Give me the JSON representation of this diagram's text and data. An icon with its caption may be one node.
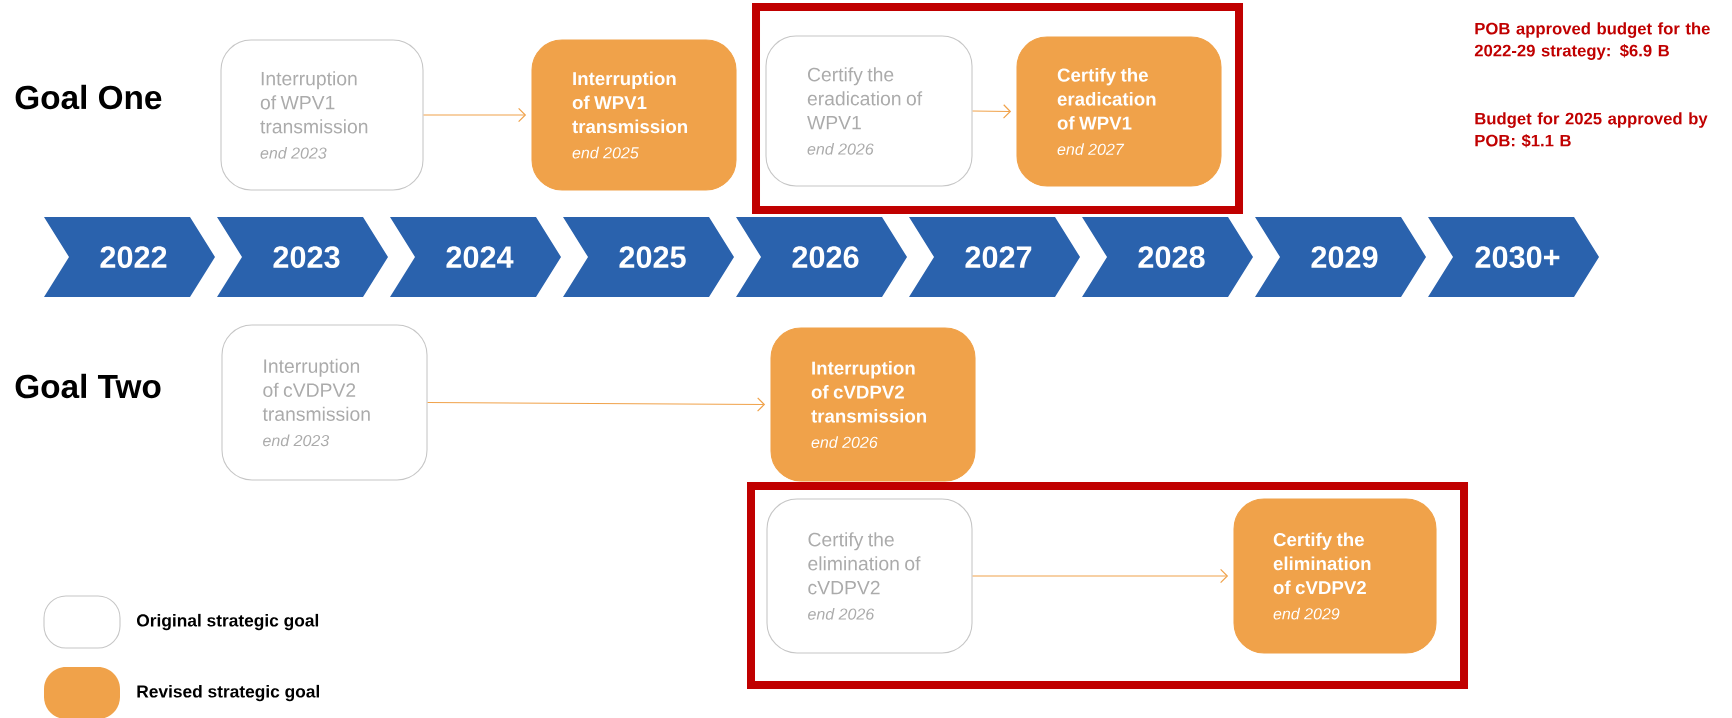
{
  "diagram": {
    "nodes": [
      {
        "text": [
          "Interruption of WPV1 transmission",
          "end 2023"
        ]
      },
      {
        "text": [
          "Interruption of WPV1 transmission",
          "end 2025"
        ]
      },
      {
        "text": [],
        "shape": "box"
      },
      {
        "text": [
          "Certify the eradication of WPV1",
          "end 2026"
        ],
        "in": 2
      },
      {
        "text": [
          "Certify the eradication of WPV1",
          "end 2027"
        ],
        "in": 2
      },
      {
        "text": [
          "2022"
        ]
      },
      {
        "text": [
          "2023"
        ]
      },
      {
        "text": [
          "2024"
        ]
      },
      {
        "text": [
          "2025"
        ]
      },
      {
        "text": [
          "2026"
        ]
      },
      {
        "text": [
          "2027"
        ]
      },
      {
        "text": [
          "2028"
        ]
      },
      {
        "text": [
          "2029"
        ]
      },
      {
        "text": [
          "2030+"
        ]
      },
      {
        "text": [
          "Interruption of cVDPV2 transmission",
          "end 2023"
        ]
      },
      {
        "text": [
          "Interruption of cVDPV2 transmission",
          "end 2026"
        ]
      },
      {
        "text": [],
        "shape": "box"
      },
      {
        "text": [
          "Certify the elimination of cVDPV2",
          "end 2026"
        ],
        "in": 16
      },
      {
        "text": [
          "Certify the elimination of cVDPV2",
          "end 2029"
        ],
        "in": 16
      }
    ],
    "edges": [
      {
        "from": 0,
        "to": 1,
        "arrow": "to"
      },
      {
        "from": 3,
        "to": 4,
        "arrow": "to"
      },
      {
        "from": 14,
        "to": 15,
        "arrow": "to"
      },
      {
        "from": 17,
        "to": 18,
        "arrow": "to"
      }
    ],
    "labels": [
      "POB approved budget for the 2022-29 strategy: $6.9 B",
      "Budget for 2025 approved by POB: $1.1 B",
      "Goal One",
      "Goal Two"
    ],
    "legend": [
      {
        "text": "Original strategic goal"
      },
      {
        "text": "Revised strategic goal",
        "color": "#f0a24a"
      }
    ]
  }
}
